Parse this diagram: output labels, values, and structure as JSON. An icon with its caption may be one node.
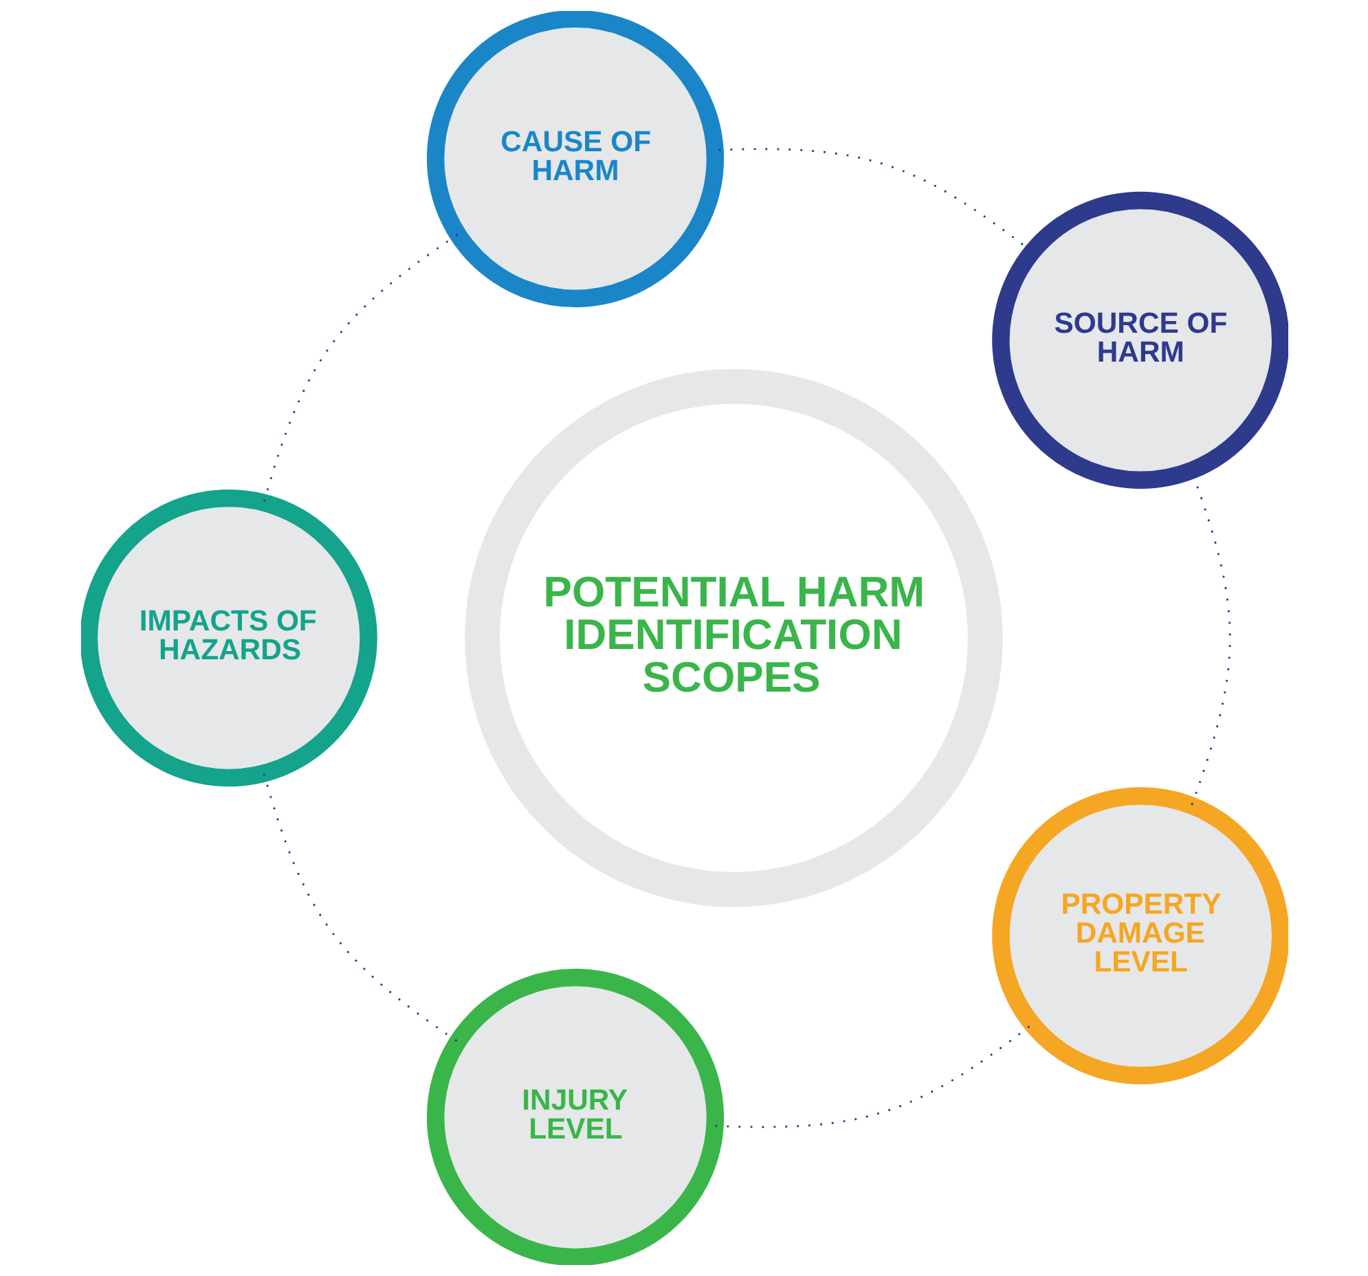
{
  "diagram": {
    "nodes": [
      {
        "text": [
          "POTENTIAL HARM IDENTIFICATION SCOPES"
        ]
      },
      {
        "text": [
          "SOURCE OF HARM"
        ]
      },
      {
        "text": [
          "PROPERTY DAMAGE LEVEL"
        ]
      },
      {
        "text": [
          "CAUSE OF HARM"
        ]
      },
      {
        "text": [
          "INJURY LEVEL"
        ]
      },
      {
        "text": [
          "IMPACTS OF HAZARDS"
        ]
      }
    ],
    "edges": [
      {
        "from": 1,
        "to": 3,
        "arrow": "none",
        "style": "dashed"
      },
      {
        "from": 3,
        "to": 5,
        "arrow": "none",
        "style": "dashed"
      },
      {
        "from": 5,
        "to": 4,
        "arrow": "none",
        "style": "dashed"
      },
      {
        "from": 4,
        "to": 2,
        "arrow": "none",
        "style": "dashed"
      },
      {
        "from": 2,
        "to": 1,
        "arrow": "none",
        "style": "dashed"
      }
    ]
  }
}
